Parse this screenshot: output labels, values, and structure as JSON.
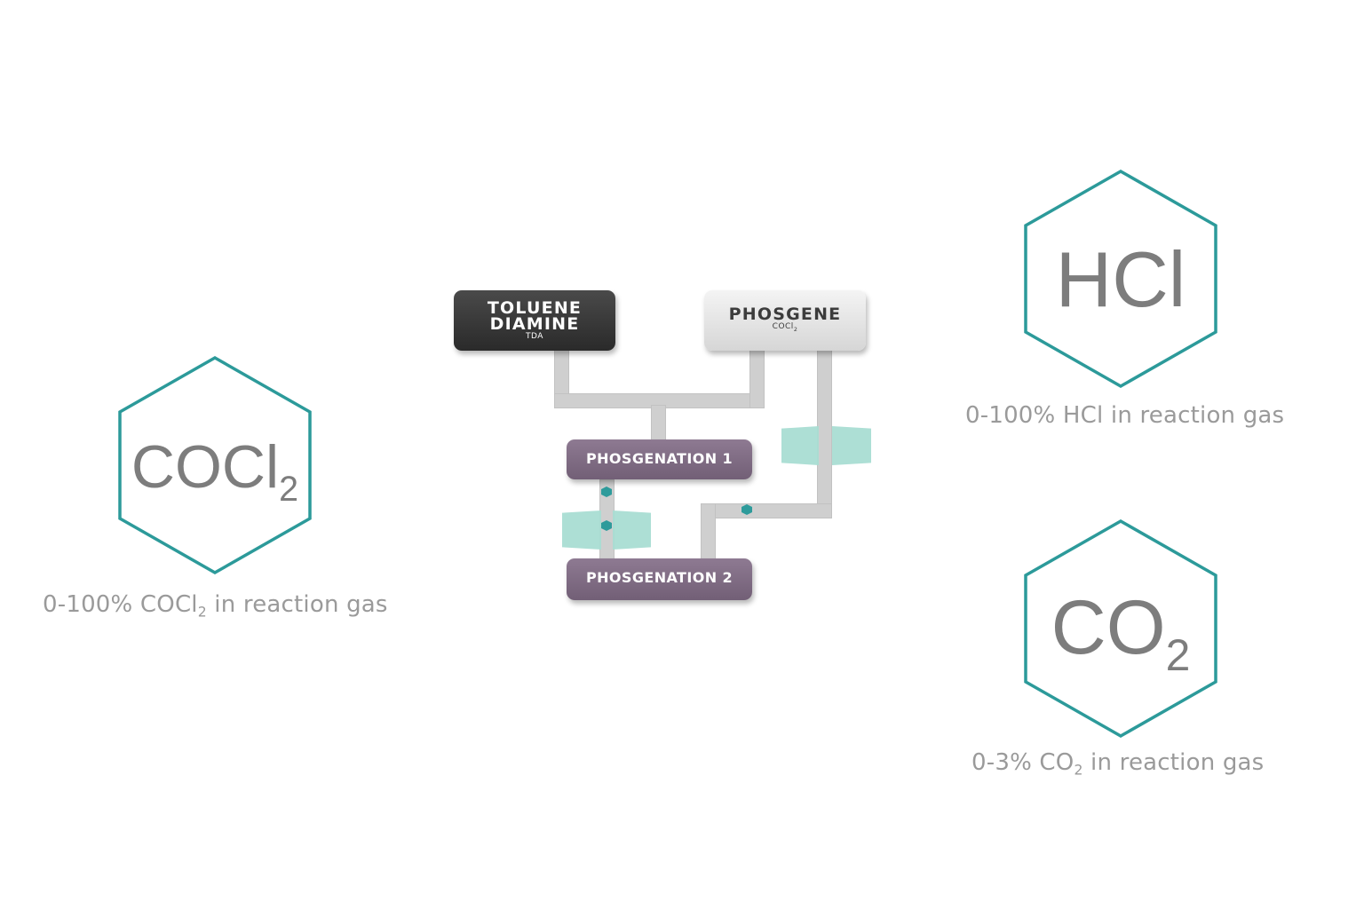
{
  "colors": {
    "hexagon_outline": "#2c9a9a",
    "symbol_text": "#7d7d7d",
    "caption_text": "#9a9a9a",
    "pipe": "#cfcfcf",
    "valve": "#a9ddd3",
    "flow_marker": "#2e9b9b",
    "tda_box": "#333333",
    "phosgene_box": "#e4e4e4",
    "phosgenation_box": "#7f6c84"
  },
  "gases": {
    "cocl2": {
      "symbol_main": "COCl",
      "symbol_sub": "2",
      "caption_pre": "0-100% COCl",
      "caption_sub": "2",
      "caption_post": " in reaction gas"
    },
    "hcl": {
      "symbol_main": "HCl",
      "caption": "0-100% HCl in reaction gas"
    },
    "co2": {
      "symbol_main": "CO",
      "symbol_sub": "2",
      "caption_pre": "0-3% CO",
      "caption_sub": "2",
      "caption_post": " in reaction gas"
    }
  },
  "process": {
    "tda": {
      "line1": "TOLUENE",
      "line2": "DIAMINE",
      "abbr": "TDA"
    },
    "phosgene": {
      "title": "PHOSGENE",
      "formula_main": "COCl",
      "formula_sub": "2"
    },
    "step1": "PHOSGENATION 1",
    "step2": "PHOSGENATION 2"
  }
}
